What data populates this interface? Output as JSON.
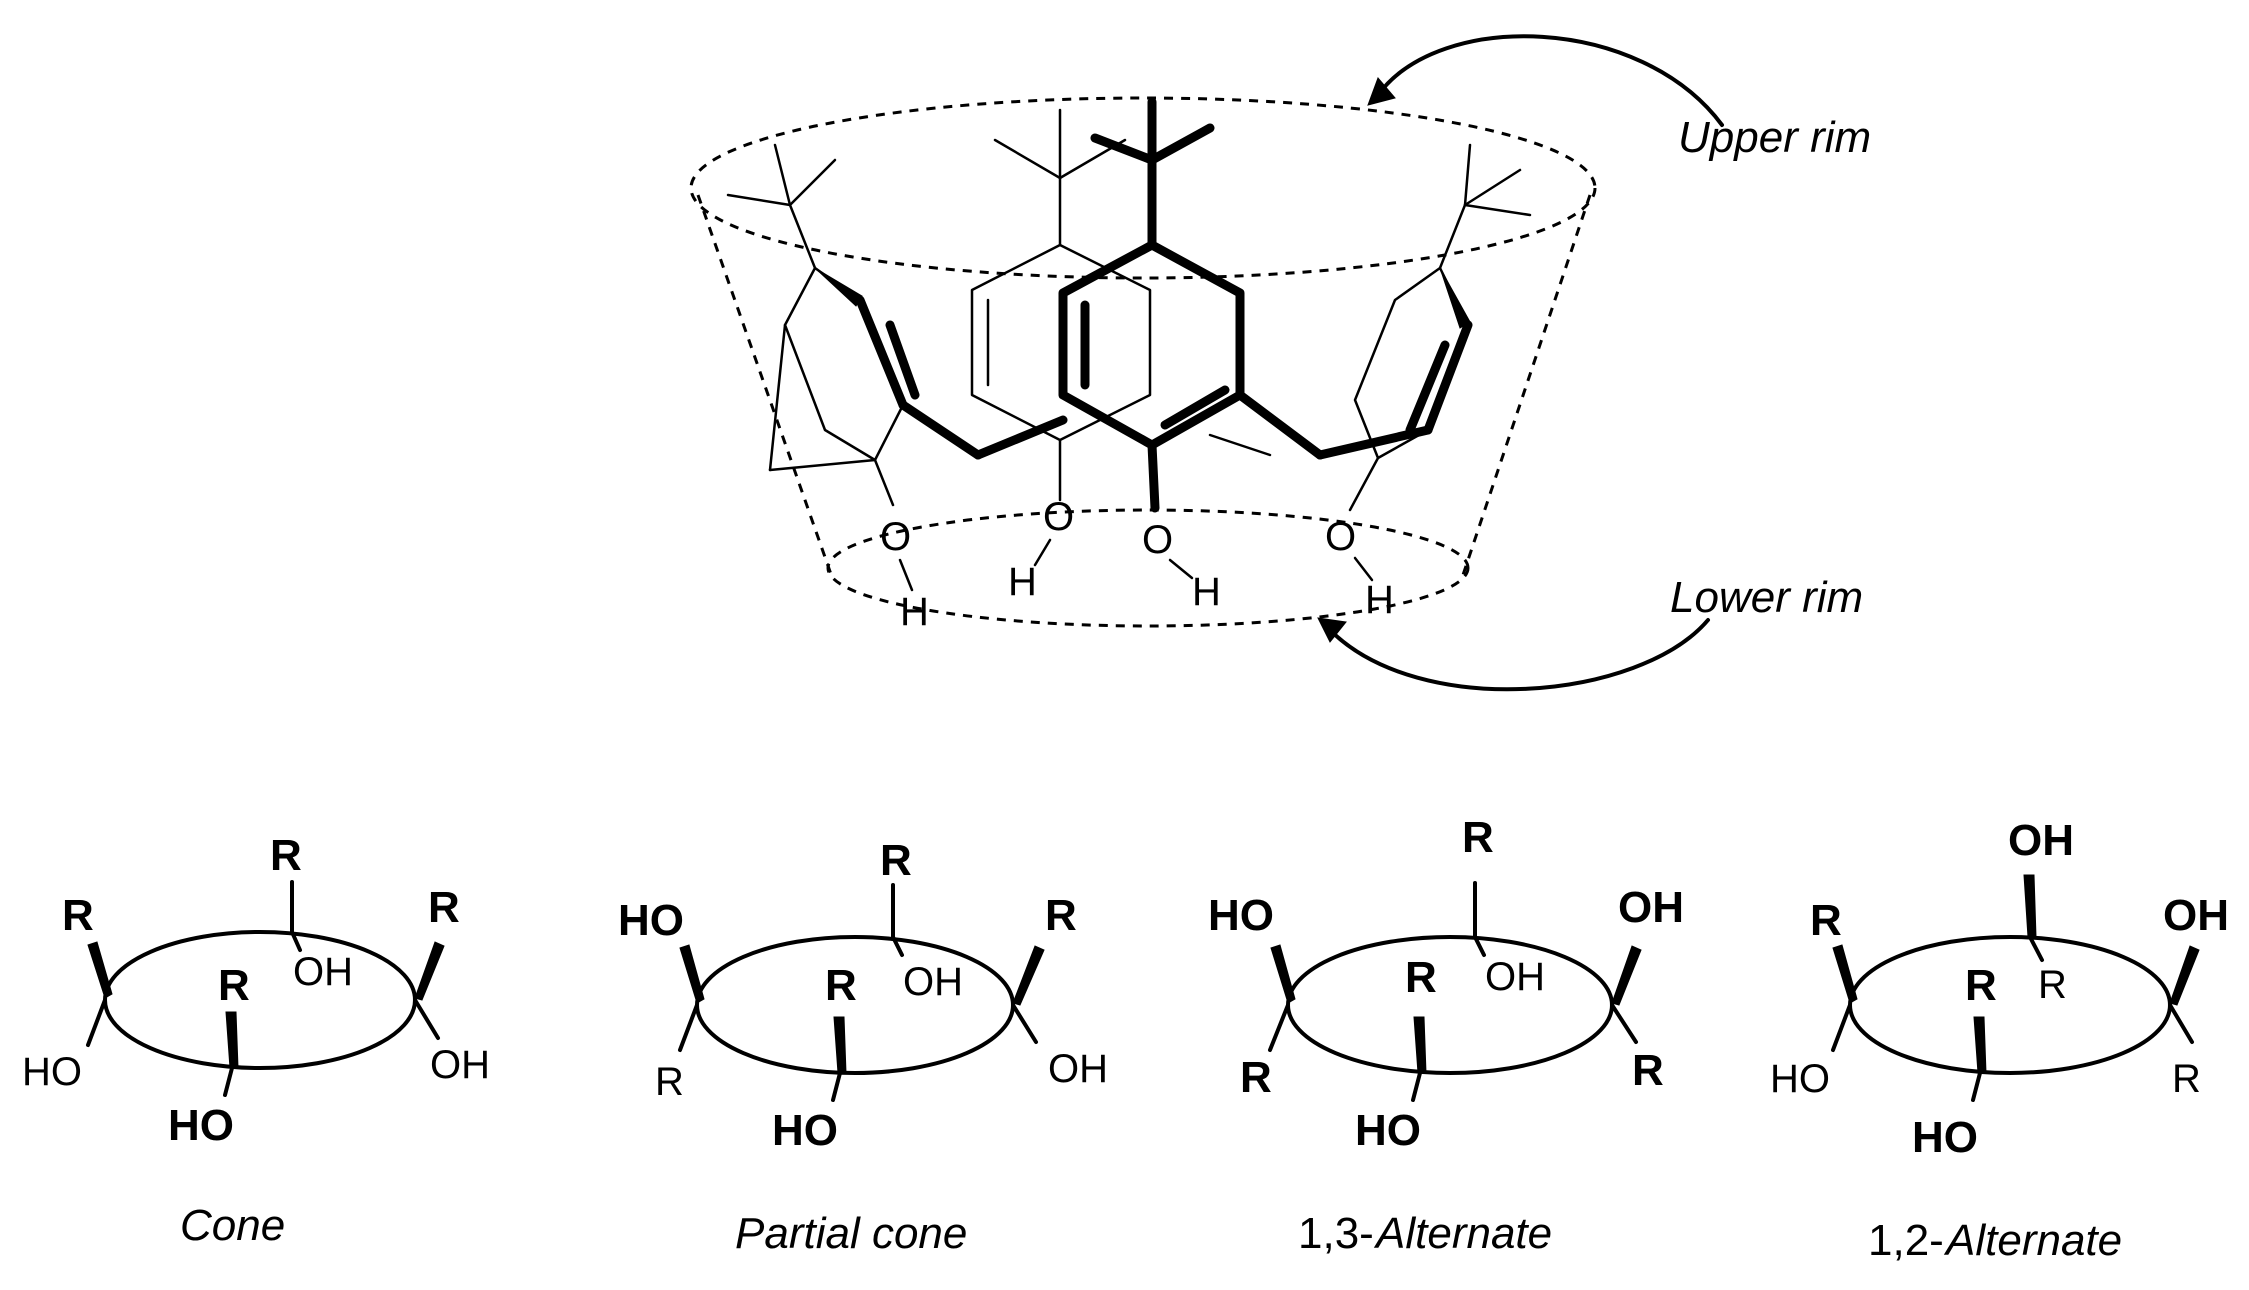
{
  "top": {
    "upper_rim_label": "Upper rim",
    "lower_rim_label": "Lower rim",
    "oxygen": "O",
    "hydrogen": "H"
  },
  "conformers": [
    {
      "caption": "Cone",
      "top_sub": "R",
      "top_under": "OH",
      "left_up": "R",
      "left_down": "HO",
      "center_up": "R",
      "center_down": "HO",
      "right_up": "R",
      "right_down": "OH"
    },
    {
      "caption": "Partial cone",
      "top_sub": "R",
      "top_under": "OH",
      "left_up": "HO",
      "left_down": "R",
      "center_up": "R",
      "center_down": "HO",
      "right_up": "R",
      "right_down": "OH"
    },
    {
      "caption_prefix": "1,3-",
      "caption": "Alternate",
      "top_sub": "R",
      "top_under": "OH",
      "left_up": "HO",
      "left_down": "R",
      "center_up": "R",
      "center_down": "HO",
      "right_up": "OH",
      "right_down": "R"
    },
    {
      "caption_prefix": "1,2-",
      "caption": "Alternate",
      "top_sub": "OH",
      "top_under": "R",
      "left_up": "R",
      "left_down": "HO",
      "center_up": "R",
      "center_down": "HO",
      "right_up": "OH",
      "right_down": "R"
    }
  ]
}
